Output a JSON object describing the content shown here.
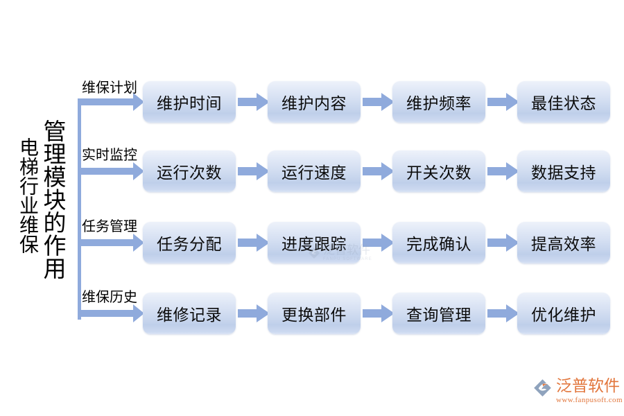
{
  "diagram": {
    "title_main": "管理模块的作用",
    "title_sub": "电梯行业维保",
    "branches": [
      {
        "label": "维保计划",
        "steps": [
          "维护时间",
          "维护内容",
          "维护频率",
          "最佳状态"
        ]
      },
      {
        "label": "实时监控",
        "steps": [
          "运行次数",
          "运行速度",
          "开关次数",
          "数据支持"
        ]
      },
      {
        "label": "任务管理",
        "steps": [
          "任务分配",
          "进度跟踪",
          "完成确认",
          "提高效率"
        ]
      },
      {
        "label": "维保历史",
        "steps": [
          "维修记录",
          "更换部件",
          "查询管理",
          "优化维护"
        ]
      }
    ],
    "colors": {
      "arrow": "#8faadc",
      "box_top": "#eef2fa",
      "box_bottom": "#bfcfea",
      "text": "#000000",
      "logo_orange": "#e2763c",
      "watermark": "#9aa7bd"
    }
  },
  "watermark_center": {
    "text_cn": "泛普软件",
    "text_en": "FANPU SOFTWARE"
  },
  "logo": {
    "text_cn": "泛普软件",
    "text_en": "www.fanpusoft.com"
  }
}
